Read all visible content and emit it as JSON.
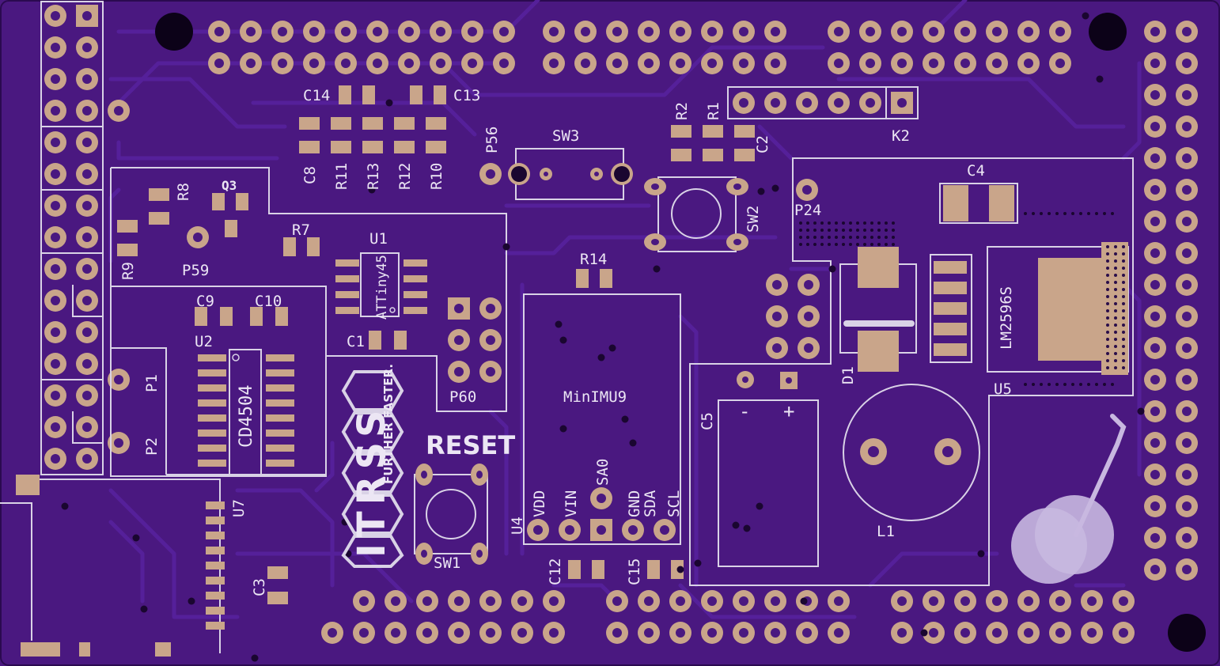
{
  "colors": {
    "board": "#4a1880",
    "board_edge": "#3a1068",
    "trace": "#55209a",
    "silkscreen": "#d9d2e6",
    "pad": "#c9a58a",
    "mount_hole": "#0c0218"
  },
  "labels": {
    "c14": "C14",
    "c13": "C13",
    "c8": "C8",
    "r11": "R11",
    "r13": "R13",
    "r12": "R12",
    "r10": "R10",
    "p56": "P56",
    "sw3": "SW3",
    "r2": "R2",
    "r1": "R1",
    "c2": "C2",
    "k2": "K2",
    "r8": "R8",
    "q3": "Q3",
    "r9": "R9",
    "p59": "P59",
    "r7": "R7",
    "u1": "U1",
    "attiny": "ATTiny45",
    "c9": "C9",
    "c10": "C10",
    "u2": "U2",
    "cd4504": "CD4504",
    "c1": "C1",
    "p60": "P60",
    "p1": "P1",
    "p2": "P2",
    "u7": "U7",
    "c3": "C3",
    "reset": "RESET",
    "sw1": "SW1",
    "logo_letters": "ITRSS",
    "logo_slogan": "FURTHER FASTER.",
    "r14": "R14",
    "minimu9": "MinIMU9",
    "u4": "U4",
    "vdd": "VDD",
    "vin": "VIN",
    "sa0": "SA0",
    "gnd": "GND",
    "sda": "SDA",
    "scl": "SCL",
    "c12": "C12",
    "c15": "C15",
    "sw2": "SW2",
    "p24": "P24",
    "c4": "C4",
    "d1": "D1",
    "lm2596s": "LM2596S",
    "u5": "U5",
    "c5": "C5",
    "minus": "-",
    "plus": "+",
    "l1": "L1"
  }
}
